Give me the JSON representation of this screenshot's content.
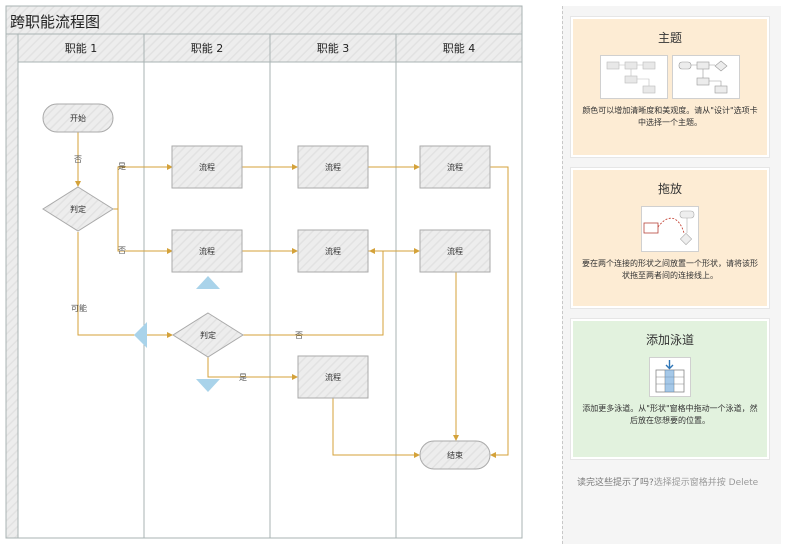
{
  "diagram": {
    "title": "跨职能流程图",
    "lanes": [
      "职能 1",
      "职能 2",
      "职能 3",
      "职能 4"
    ],
    "nodes": {
      "start": "开始",
      "decision1": "判定",
      "p1": "流程",
      "p2": "流程",
      "p3": "流程",
      "p4": "流程",
      "p5": "流程",
      "p6": "流程",
      "decision2": "判定",
      "p7": "流程",
      "end": "结束"
    },
    "edge_labels": {
      "no_top": "否",
      "yes": "是",
      "no": "否",
      "maybe": "可能",
      "no_d2": "否",
      "yes_d2": "是"
    }
  },
  "tips": {
    "theme": {
      "title": "主题",
      "text": "颜色可以增加清晰度和美观度。请从\"设计\"选项卡中选择一个主题。"
    },
    "drag": {
      "title": "拖放",
      "text": "要在两个连接的形状之间放置一个形状，请将该形状拖至两者间的连接线上。"
    },
    "lane": {
      "title": "添加泳道",
      "text": "添加更多泳道。从\"形状\"窗格中拖动一个泳道，然后放在您想要的位置。"
    },
    "footer_prefix": "读完这些提示了吗?",
    "footer_rest": "选择提示窗格并按 Delete"
  },
  "colors": {
    "card_orange": "#fdecd4",
    "card_green": "#e2f2de",
    "connector": "#d4a23a",
    "drop_arrow": "#a9d3ea"
  }
}
